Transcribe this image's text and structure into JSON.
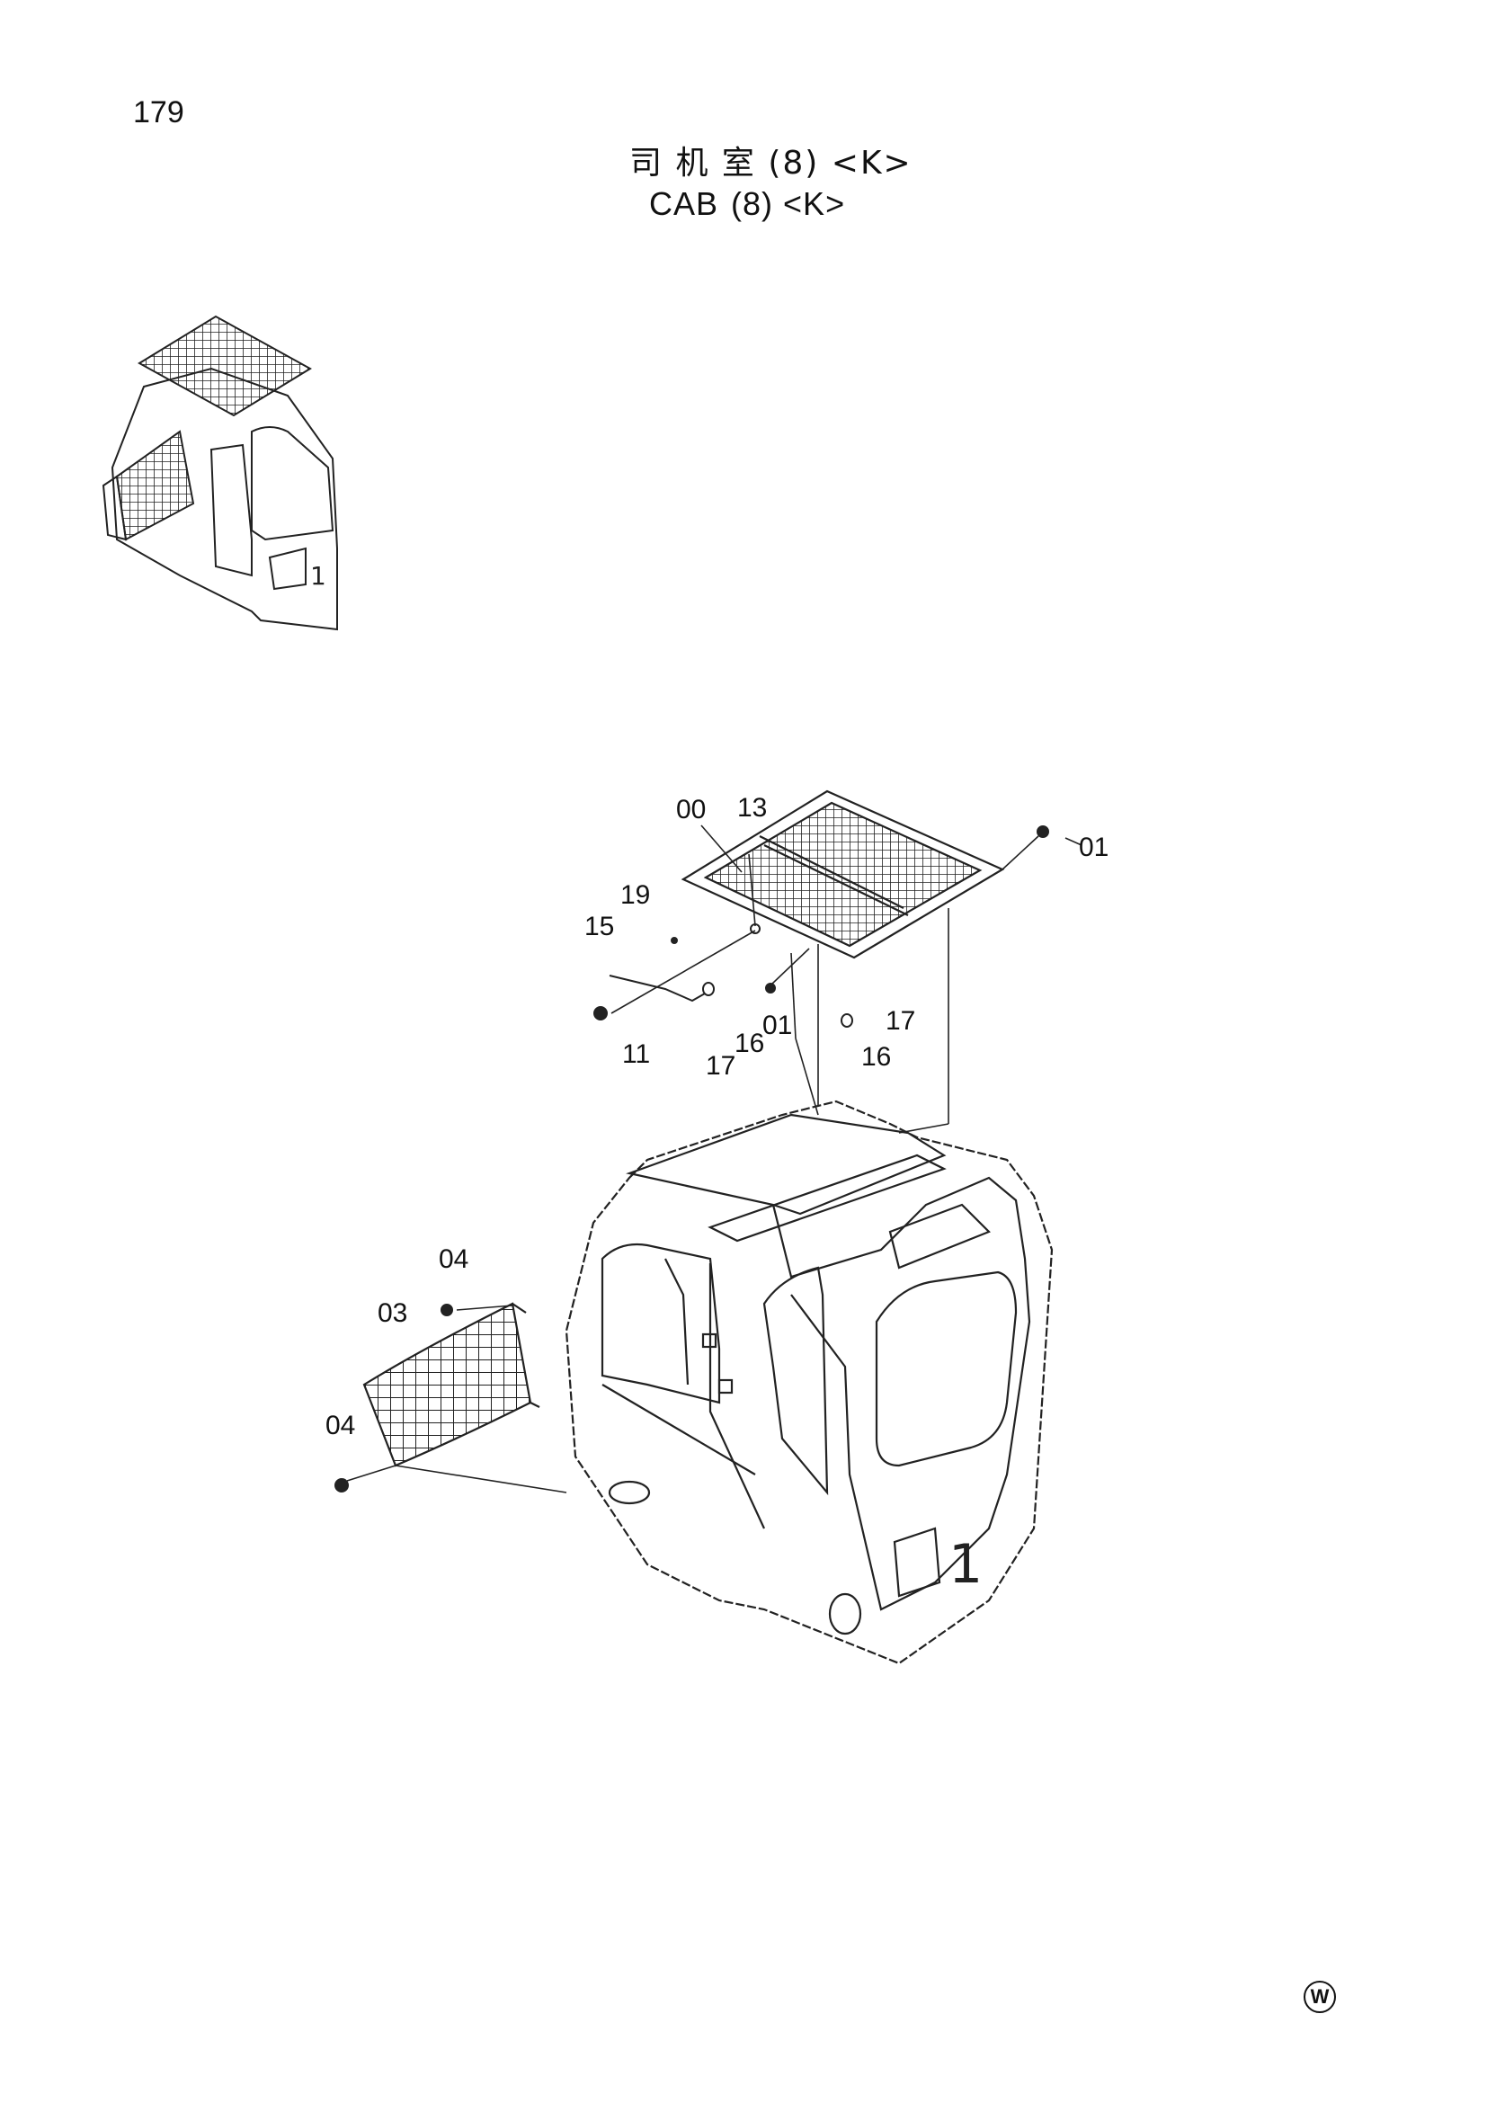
{
  "page": {
    "number": "179"
  },
  "title": {
    "cn": "司 机 室",
    "cn_suffix": "(8) <K>",
    "en": "CAB",
    "en_suffix": "(8) <K>"
  },
  "callouts": {
    "c00": "00",
    "c13": "13",
    "c01a": "01",
    "c19": "19",
    "c15": "15",
    "c01b": "01",
    "c17a": "17",
    "c11": "11",
    "c17b": "17",
    "c16a": "16",
    "c16b": "16",
    "c04a": "04",
    "c03": "03",
    "c04b": "04"
  },
  "corner_mark": "W"
}
